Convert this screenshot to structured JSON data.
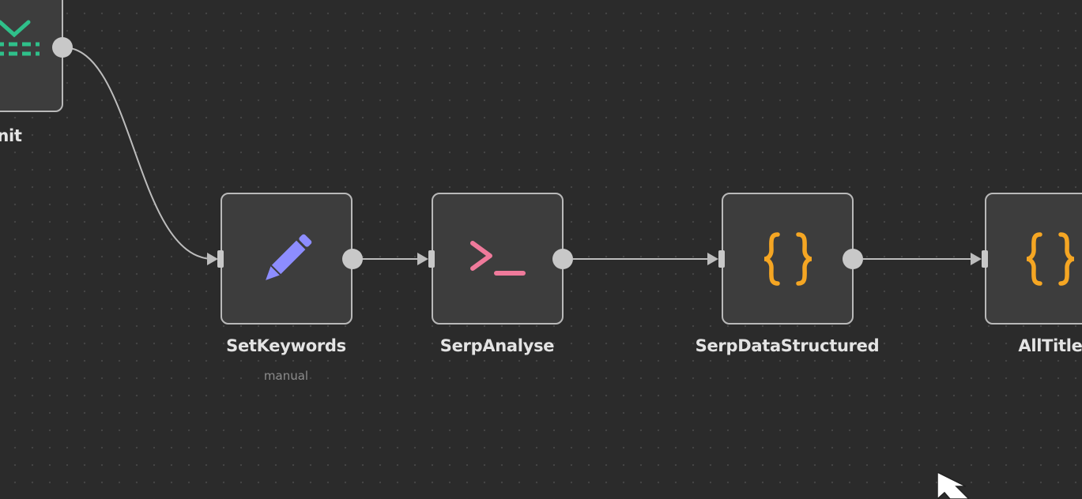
{
  "canvas": {
    "nodes": [
      {
        "id": "init",
        "label": "nit",
        "icon": "set-arrow-icon",
        "icon_color": "#2fc08a"
      },
      {
        "id": "set-keywords",
        "label": "SetKeywords",
        "sublabel": "manual",
        "icon": "pencil-icon",
        "icon_color": "#8d8dff"
      },
      {
        "id": "serp-analyse",
        "label": "SerpAnalyse",
        "icon": "terminal-icon",
        "icon_color": "#ef7a9b"
      },
      {
        "id": "serp-data-structured",
        "label": "SerpDataStructured",
        "icon": "code-braces-icon",
        "icon_color": "#f5a623"
      },
      {
        "id": "all-titles",
        "label": "AllTitle",
        "icon": "code-braces-icon",
        "icon_color": "#f5a623"
      }
    ],
    "connections": [
      {
        "from": "init",
        "to": "set-keywords"
      },
      {
        "from": "set-keywords",
        "to": "serp-analyse"
      },
      {
        "from": "serp-analyse",
        "to": "serp-data-structured"
      },
      {
        "from": "serp-data-structured",
        "to": "all-titles"
      }
    ]
  }
}
